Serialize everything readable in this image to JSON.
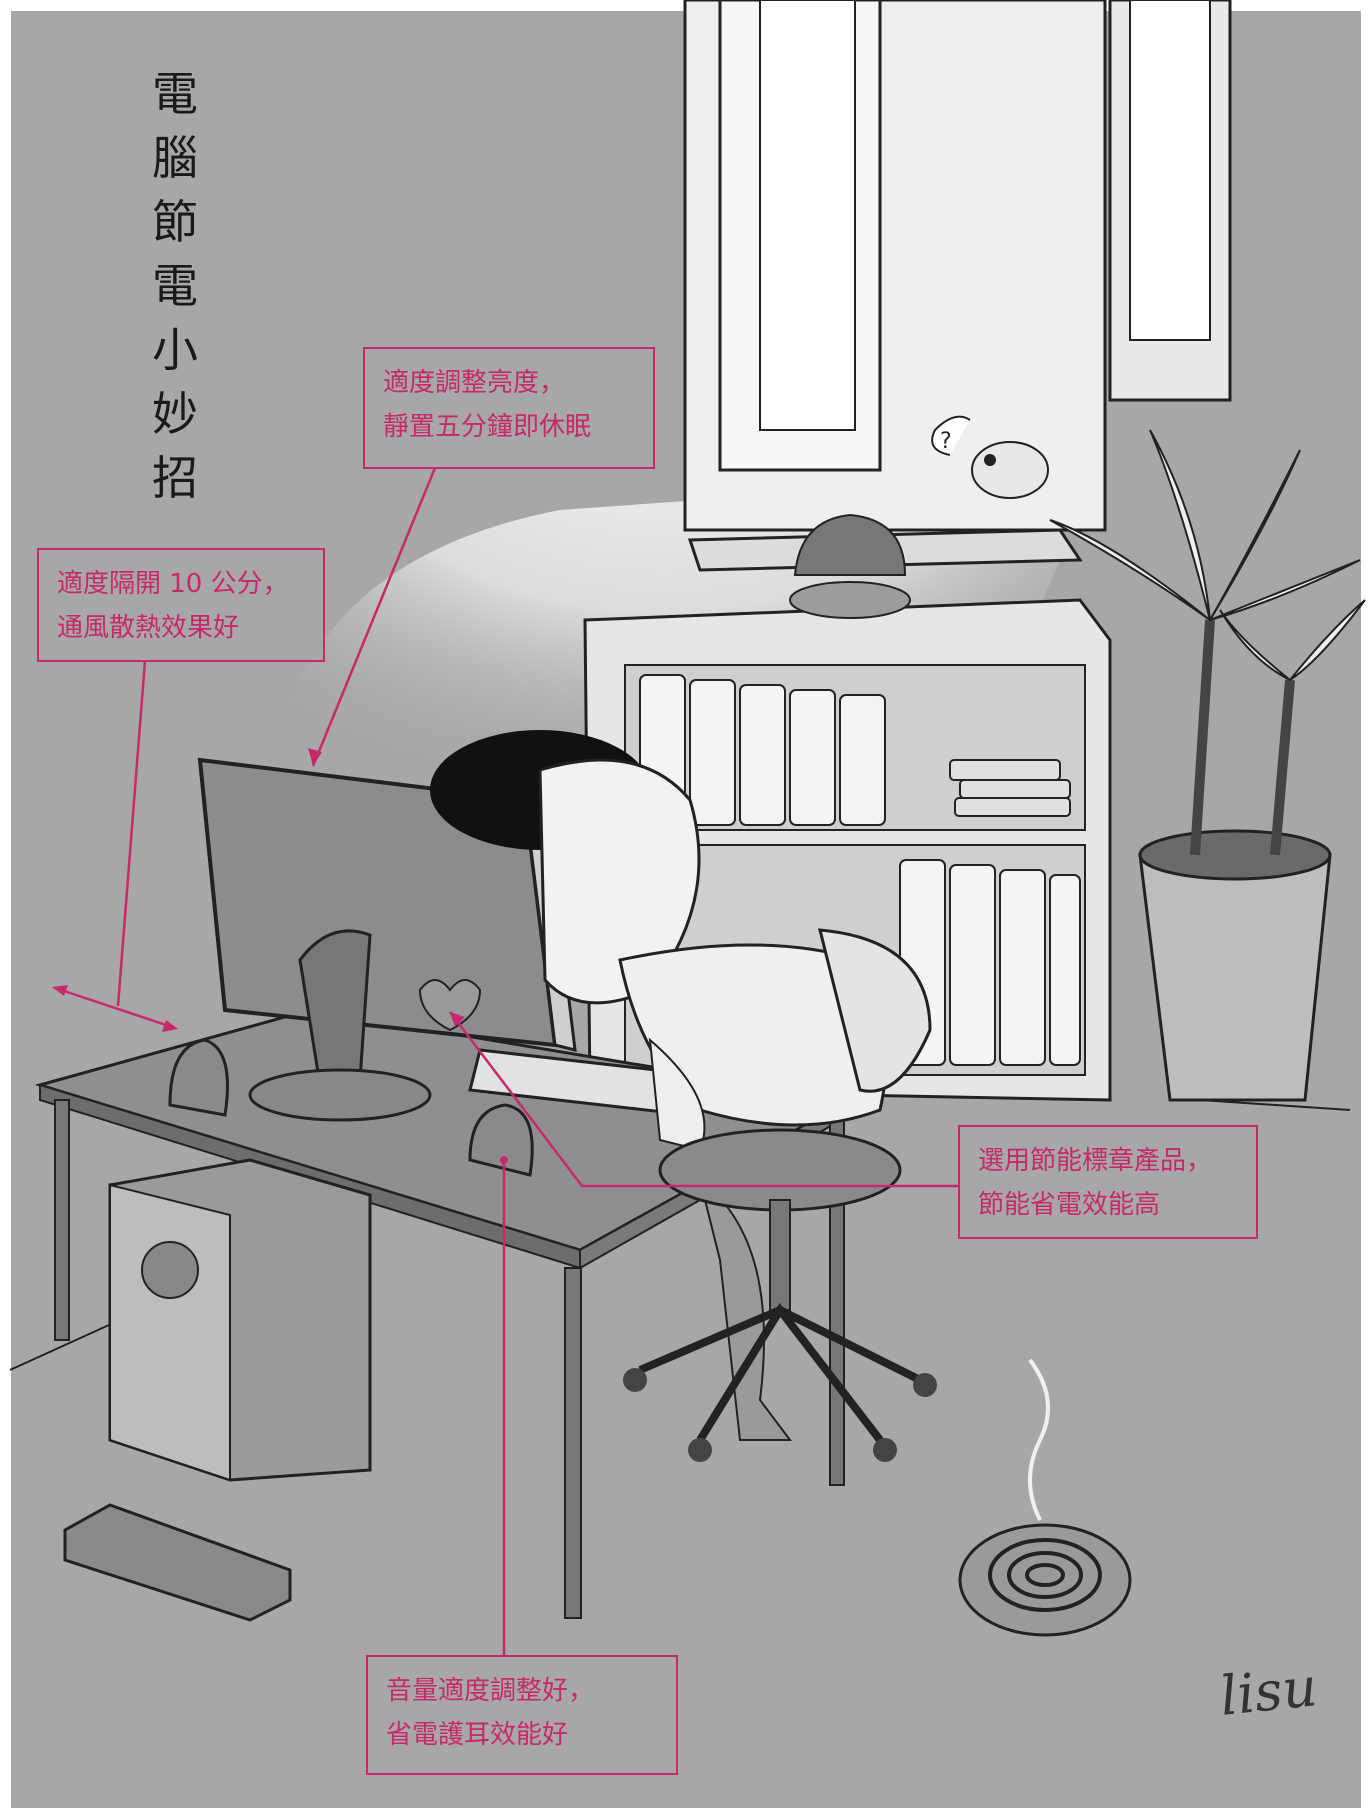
{
  "title": {
    "chars": [
      "電",
      "腦",
      "節",
      "電",
      "小",
      "妙",
      "招"
    ]
  },
  "callouts": {
    "brightness": {
      "line1": "適度調整亮度，",
      "line2": "靜置五分鐘即休眠"
    },
    "ventilation": {
      "line1": "適度隔開 10 公分，",
      "line2": "通風散熱效果好"
    },
    "energy_label": {
      "line1": "選用節能標章產品，",
      "line2": "節能省電效能高"
    },
    "volume": {
      "line1": "音量適度調整好，",
      "line2": "省電護耳效能好"
    }
  },
  "signature": "lisu",
  "colors": {
    "background": "#a7a7a7",
    "accent": "#c8296a",
    "light": "#d6d6d6",
    "ink": "#1a1a1a"
  }
}
